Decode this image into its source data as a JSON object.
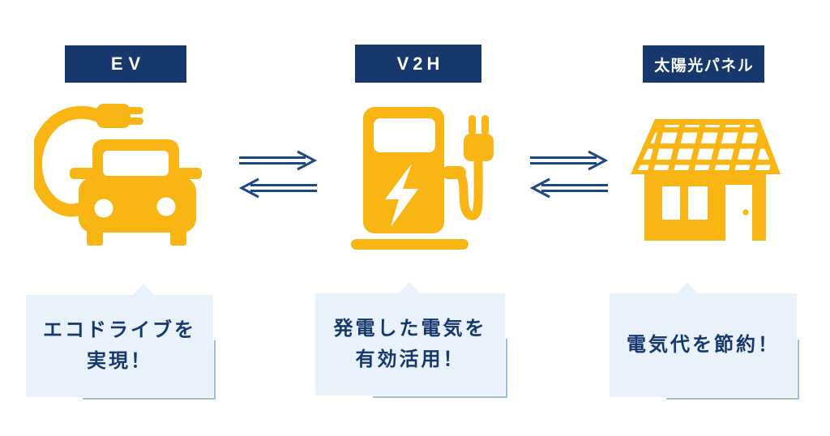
{
  "colors": {
    "background": "#FFFFFF",
    "icon_yellow": "#F9B514",
    "navy": "#17386D",
    "arrow_blue": "#1E4786",
    "bubble_bg": "#E9F2FB",
    "bubble_edge": "#9FB9D8",
    "label_text": "#FFFFFF"
  },
  "nodes": [
    {
      "id": "ev",
      "label": "EV",
      "icon": "electric-car-icon",
      "caption_lines": [
        "エコドライブを",
        "実現！"
      ]
    },
    {
      "id": "v2h",
      "label": "V2H",
      "icon": "charging-station-icon",
      "caption_lines": [
        "発電した電気を",
        "有効活用！"
      ]
    },
    {
      "id": "solar-panel",
      "label": "太陽光パネル",
      "icon": "solar-house-icon",
      "caption_lines": [
        "電気代を節約！"
      ]
    }
  ],
  "connectors": [
    {
      "from": "EV",
      "to": "V2H",
      "direction": "bidirectional",
      "style": "double-line-arrows"
    },
    {
      "from": "V2H",
      "to": "太陽光パネル",
      "direction": "bidirectional",
      "style": "double-line-arrows"
    }
  ]
}
